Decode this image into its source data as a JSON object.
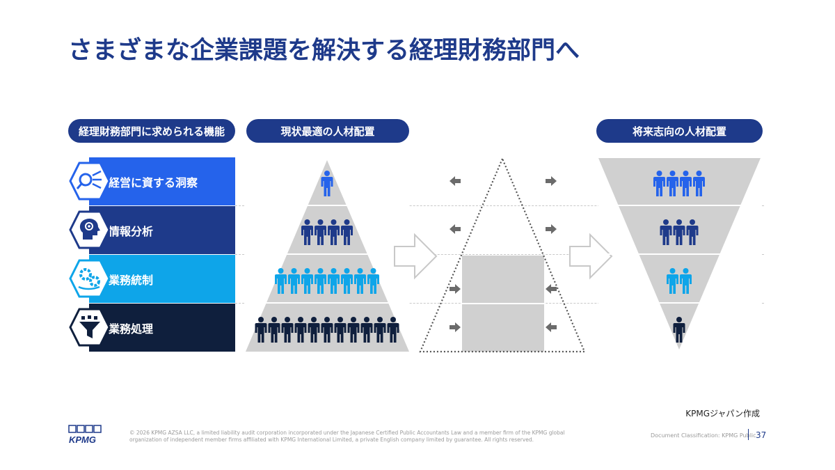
{
  "title": "さまざまな企業課題を解決する経理財務部門へ",
  "headers": {
    "functions": "経理財務部門に求められる機能",
    "current": "現状最適の人材配置",
    "future": "将来志向の人材配置"
  },
  "functions": [
    {
      "label": "経営に資する洞察",
      "icon": "insight-icon",
      "color": "#2563eb"
    },
    {
      "label": "情報分析",
      "icon": "brain-analysis-icon",
      "color": "#1e3a8a"
    },
    {
      "label": "業務統制",
      "icon": "gears-control-icon",
      "color": "#0ea5e9"
    },
    {
      "label": "業務処理",
      "icon": "funnel-processing-icon",
      "color": "#0f1f3d"
    }
  ],
  "pyramid_current_people": [
    1,
    4,
    8,
    11
  ],
  "pyramid_future_people": [
    4,
    3,
    2,
    1
  ],
  "colors": {
    "brand": "#1e3a8a",
    "level1": "#2563eb",
    "level2": "#1e3a8a",
    "level3": "#0ea5e9",
    "level4": "#0f1f3d",
    "pyramid_gray": "#d0d0d0",
    "arrow_gray": "#6b6b6b"
  },
  "source_note": "KPMGジャパン作成",
  "footer": {
    "copyright": "© 2026 KPMG AZSA LLC, a limited liability audit corporation incorporated under the Japanese Certified Public Accountants Law and a member firm of the KPMG global organization of independent member firms affiliated with KPMG International Limited, a private English company limited by guarantee. All rights reserved.",
    "classification": "Document Classification: KPMG Public",
    "page_number": "37",
    "logo_text": "KPMG"
  }
}
